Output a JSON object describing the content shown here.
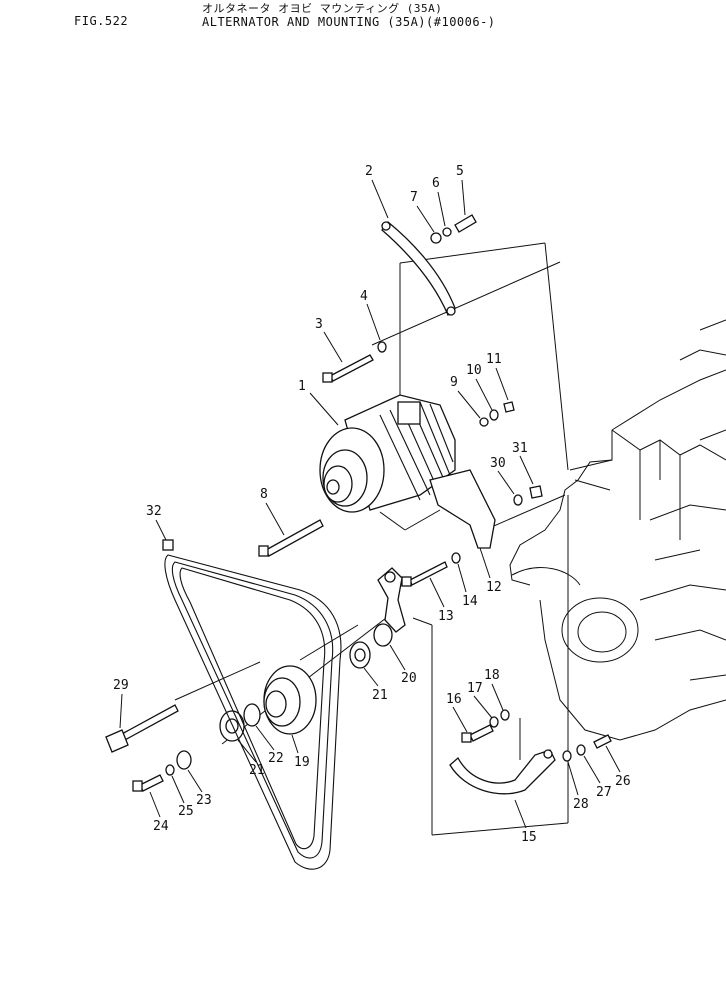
{
  "header": {
    "fig_label": "FIG.522",
    "title_jp": "オルタネータ オヨビ マウンティング (35A)",
    "title_en": "ALTERNATOR AND MOUNTING (35A)(#10006-)"
  },
  "callouts": [
    "1",
    "2",
    "3",
    "4",
    "5",
    "6",
    "7",
    "8",
    "9",
    "10",
    "11",
    "12",
    "13",
    "14",
    "15",
    "16",
    "17",
    "18",
    "19",
    "20",
    "21",
    "21",
    "22",
    "23",
    "24",
    "25",
    "26",
    "27",
    "28",
    "29",
    "30",
    "31",
    "32"
  ]
}
